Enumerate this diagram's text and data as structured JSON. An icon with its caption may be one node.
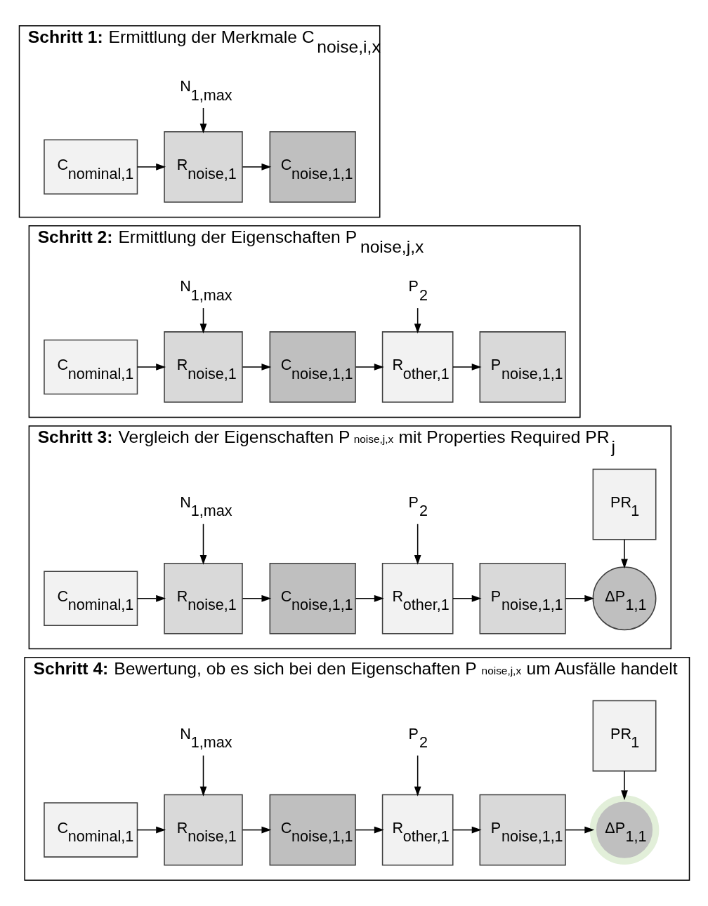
{
  "diagram": {
    "nodes": [
      {
        "text": [
          "**Schritt 1:** Ermittlung der Merkmale C$_{noise,i,x}$"
        ]
      },
      {
        "text": [
          "N$_{1,max}$"
        ],
        "in": 0
      },
      {
        "text": [
          "C$_{nominal,1}$"
        ],
        "in": 0
      },
      {
        "text": [
          "R$_{noise,1}$"
        ],
        "in": 0
      },
      {
        "text": [
          "C$_{noise,1,1}$"
        ],
        "in": 0
      },
      {
        "text": [
          "**Schritt 2:** Ermittlung der Eigenschaften P$_{noise,j,x}$"
        ]
      },
      {
        "text": [
          "N$_{1,max}$"
        ],
        "in": 5
      },
      {
        "text": [
          "C$_{nominal,1}$"
        ],
        "in": 5
      },
      {
        "text": [
          "R$_{noise,1}$"
        ],
        "in": 5
      },
      {
        "text": [
          "C$_{noise,1,1}$"
        ],
        "in": 5
      },
      {
        "text": [
          "P$_{2}$"
        ],
        "in": 5
      },
      {
        "text": [
          "R$_{other,1}$"
        ],
        "in": 5
      },
      {
        "text": [
          "P$_{noise,1,1}$"
        ],
        "in": 5
      },
      {
        "text": [
          "**Schritt 3:** Vergleich der Eigenschaften P$_{noise,j,x}$ mit Properties Required PR$_{j}$"
        ]
      },
      {
        "text": [
          "N$_{1,max}$"
        ],
        "in": 13
      },
      {
        "text": [
          "C$_{nominal,1}$"
        ],
        "in": 13
      },
      {
        "text": [
          "R$_{noise,1}$"
        ],
        "in": 13
      },
      {
        "text": [
          "C$_{noise,1,1}$"
        ],
        "in": 13
      },
      {
        "text": [
          "P$_{2}$"
        ],
        "in": 13
      },
      {
        "text": [
          "R$_{other,1}$"
        ],
        "in": 13
      },
      {
        "text": [
          "P$_{noise,1,1}$"
        ],
        "in": 13
      },
      {
        "text": [
          "ΔP$_{1,1}$"
        ],
        "in": 13
      },
      {
        "text": [
          "PR$_{1}$"
        ],
        "in": 13
      },
      {
        "text": [
          "**Schritt 4:** Bewertung, ob es sich bei den Eigenschaften P$_{noise,j,x}$ um Ausfälle handelt"
        ]
      },
      {
        "text": [
          "N$_{1,max}$"
        ],
        "in": 23
      },
      {
        "text": [
          "C$_{nominal,1}$"
        ],
        "in": 23
      },
      {
        "text": [
          "R$_{noise,1}$"
        ],
        "in": 23
      },
      {
        "text": [
          "C$_{noise,1,1}$"
        ],
        "in": 23
      },
      {
        "text": [
          "P$_{2}$"
        ],
        "in": 23
      },
      {
        "text": [
          "R$_{other,1}$"
        ],
        "in": 23
      },
      {
        "text": [
          "P$_{noise,1,1}$"
        ],
        "in": 23
      },
      {
        "text": [
          "ΔP$_{1,1}$"
        ],
        "in": 23
      },
      {
        "text": [
          "PR$_{1}$"
        ],
        "in": 23
      }
    ],
    "edges": [
      {
        "from": 1,
        "to": 3,
        "arrow": "to"
      },
      {
        "from": 2,
        "to": 3,
        "arrow": "to"
      },
      {
        "from": 3,
        "to": 4,
        "arrow": "to"
      },
      {
        "from": 6,
        "to": 8,
        "arrow": "to"
      },
      {
        "from": 7,
        "to": 8,
        "arrow": "to"
      },
      {
        "from": 8,
        "to": 9,
        "arrow": "to"
      },
      {
        "from": 9,
        "to": 11,
        "arrow": "to"
      },
      {
        "from": 10,
        "to": 11,
        "arrow": "to"
      },
      {
        "from": 11,
        "to": 12,
        "arrow": "to"
      },
      {
        "from": 14,
        "to": 16,
        "arrow": "to"
      },
      {
        "from": 15,
        "to": 16,
        "arrow": "to"
      },
      {
        "from": 16,
        "to": 17,
        "arrow": "to"
      },
      {
        "from": 17,
        "to": 19,
        "arrow": "to"
      },
      {
        "from": 18,
        "to": 19,
        "arrow": "to"
      },
      {
        "from": 19,
        "to": 20,
        "arrow": "to"
      },
      {
        "from": 20,
        "to": 21,
        "arrow": "to"
      },
      {
        "from": 22,
        "to": 21,
        "arrow": "to"
      },
      {
        "from": 24,
        "to": 26,
        "arrow": "to"
      },
      {
        "from": 25,
        "to": 26,
        "arrow": "to"
      },
      {
        "from": 26,
        "to": 27,
        "arrow": "to"
      },
      {
        "from": 27,
        "to": 29,
        "arrow": "to"
      },
      {
        "from": 28,
        "to": 29,
        "arrow": "to"
      },
      {
        "from": 29,
        "to": 30,
        "arrow": "to"
      },
      {
        "from": 30,
        "to": 31,
        "arrow": "to"
      },
      {
        "from": 32,
        "to": 31,
        "arrow": "to"
      }
    ]
  }
}
